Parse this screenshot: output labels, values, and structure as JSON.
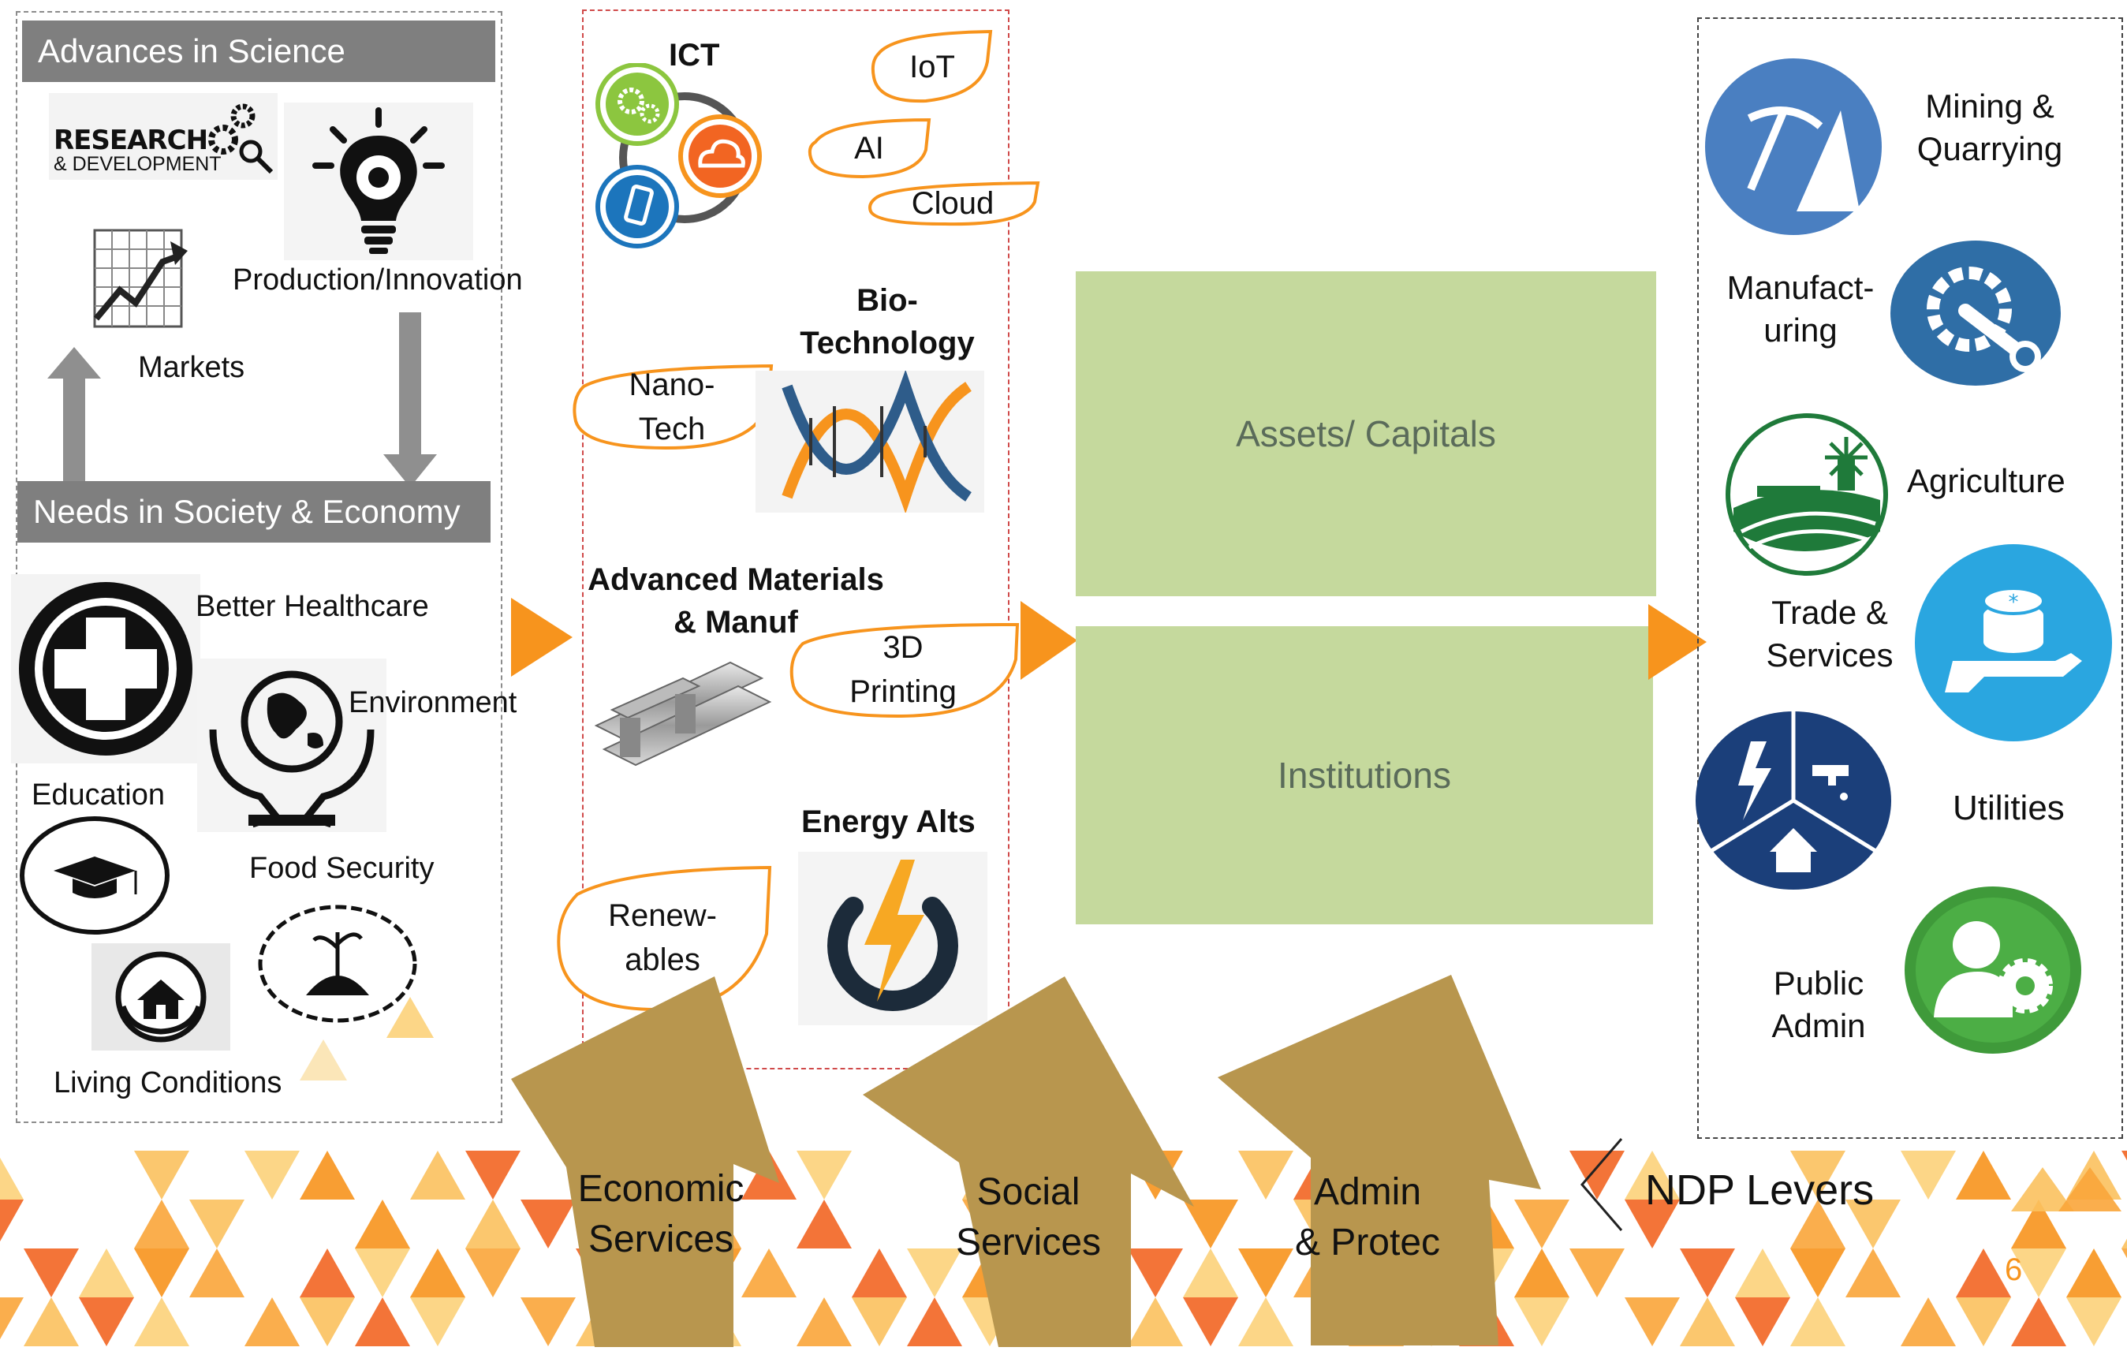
{
  "left_panel": {
    "header": "Advances in Science",
    "research_logo_line1": "RESEARCH",
    "research_logo_line2": "& DEVELOPMENT",
    "production": "Production/Innovation",
    "markets": "Markets",
    "needs_header": "Needs in Society & Economy",
    "items": {
      "healthcare": "Better Healthcare",
      "environment": "Environment",
      "education": "Education",
      "food": "Food Security",
      "living": "Living Conditions"
    }
  },
  "tech_panel": {
    "ict": "ICT",
    "iot": "IoT",
    "ai": "AI",
    "cloud": "Cloud",
    "biotech": "Bio-\nTechnology",
    "nanotech": "Nano-\nTech",
    "materials": "Advanced Materials\n& Manuf",
    "printing": "3D\nPrinting",
    "energy": "Energy Alts",
    "renewables": "Renew-\nables"
  },
  "center": {
    "assets": "Assets/ Capitals",
    "institutions": "Institutions"
  },
  "sectors": {
    "mining": "Mining &\nQuarrying",
    "manufacturing": "Manufact-\nuring",
    "agriculture": "Agriculture",
    "trade": "Trade &\nServices",
    "utilities": "Utilities",
    "public": "Public\nAdmin"
  },
  "levers": {
    "economic": "Economic\nServices",
    "social": "Social\nServices",
    "admin": "Admin\n& Protec",
    "ndp": "NDP Levers"
  },
  "page_number": "6",
  "colors": {
    "orange": "#f7941d",
    "gold_arrow": "#b8964e",
    "green_box": "#c5d99d",
    "grey_bar": "#7f7f7f",
    "mining_blue": "#4a7fc1",
    "manuf_blue": "#2f6ea6",
    "agri_green": "#1f7a3a",
    "trade_blue": "#2aa6e0",
    "util_navy": "#1b3f7a",
    "public_green": "#3f9a3a"
  }
}
